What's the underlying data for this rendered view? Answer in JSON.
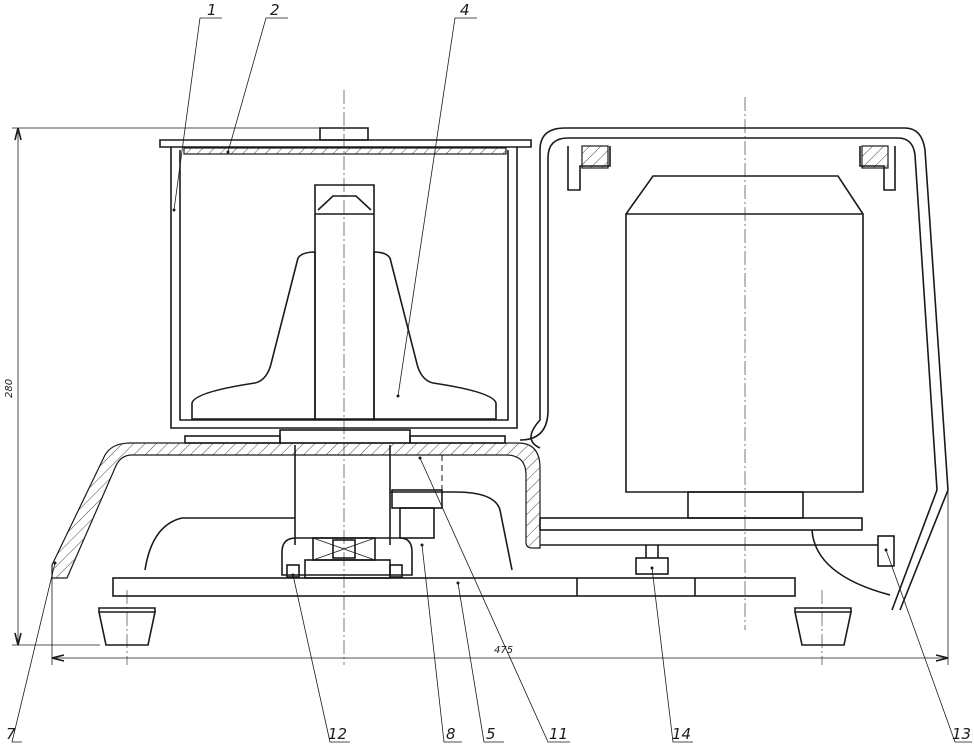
{
  "callouts": [
    "1",
    "2",
    "4",
    "7",
    "12",
    "8",
    "5",
    "11",
    "14",
    "13"
  ],
  "dimensions": {
    "height": "280",
    "width": "475"
  }
}
